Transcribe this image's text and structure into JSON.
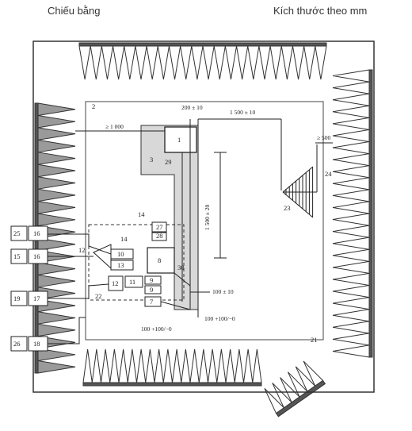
{
  "header": {
    "left_caption": "Chiếu bằng",
    "right_caption": "Kích thước theo mm"
  },
  "labels": {
    "n1": "1",
    "n2": "2",
    "n3": "3",
    "n7": "7",
    "n8": "8",
    "n9": "9",
    "n10": "10",
    "n11": "11",
    "n12": "12",
    "n13": "13",
    "n14": "14",
    "n15": "15",
    "n16": "16",
    "n17": "17",
    "n18": "18",
    "n19": "19",
    "n21": "21",
    "n22": "22",
    "n23": "23",
    "n24": "24",
    "n25": "25",
    "n26": "26",
    "n27": "27",
    "n28": "28",
    "n29": "29",
    "n30": "30"
  },
  "dimensions": {
    "d_1000": "≥ 1 000",
    "d_200": "200 ± 10",
    "d_1500": "1 500 ± 10",
    "d_1500_v": "1 500 ± 20",
    "d_500": "≥ 500",
    "d_100": "100 ± 10",
    "d_100_tol": "100 +100/−0",
    "d_100_tol2": "100 +100/−0"
  }
}
